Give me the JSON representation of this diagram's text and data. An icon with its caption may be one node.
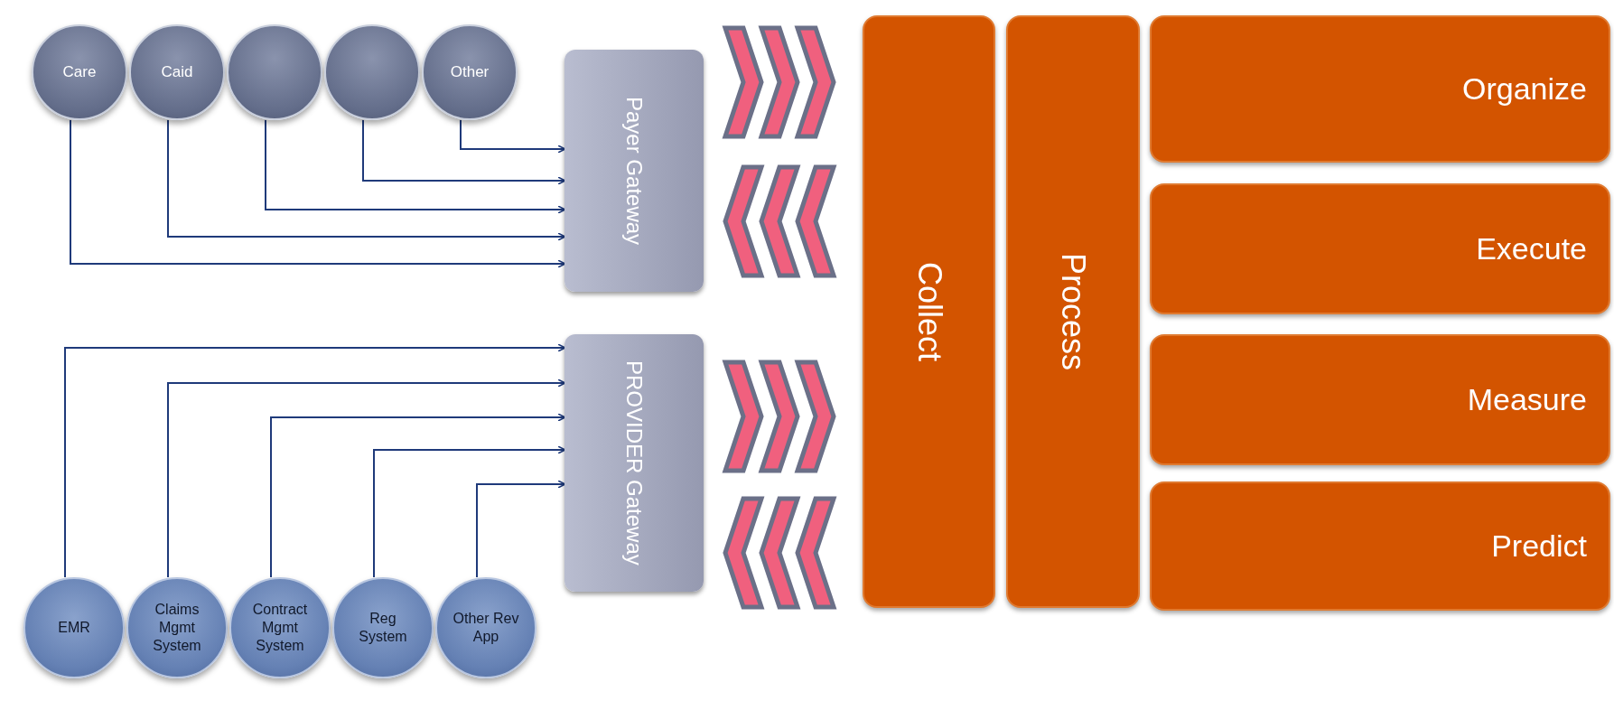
{
  "diagram": {
    "nodes": [
      {
        "text": [
          "Care"
        ]
      },
      {
        "text": [
          "Caid"
        ]
      },
      {
        "text": [],
        "shape": "circle"
      },
      {
        "text": [],
        "shape": "circle"
      },
      {
        "text": [
          "Other"
        ]
      },
      {
        "text": [
          "Payer Gateway"
        ]
      },
      {
        "text": [
          "EMR"
        ]
      },
      {
        "text": [
          "Claims Mgmt System"
        ]
      },
      {
        "text": [
          "Contract Mgmt System"
        ]
      },
      {
        "text": [
          "Reg System"
        ]
      },
      {
        "text": [
          "Other Rev App"
        ]
      },
      {
        "text": [
          "PROVIDER Gateway"
        ]
      },
      {
        "text": [
          "Collect"
        ]
      },
      {
        "text": [
          "Process"
        ]
      },
      {
        "text": [
          "Organize"
        ]
      },
      {
        "text": [
          "Execute"
        ]
      },
      {
        "text": [
          "Measure"
        ]
      },
      {
        "text": [
          "Predict"
        ]
      }
    ],
    "edges": [
      {
        "from": 0,
        "to": 5,
        "arrow": "to"
      },
      {
        "from": 1,
        "to": 5,
        "arrow": "to"
      },
      {
        "from": 2,
        "to": 5,
        "arrow": "to"
      },
      {
        "from": 3,
        "to": 5,
        "arrow": "to"
      },
      {
        "from": 4,
        "to": 5,
        "arrow": "to"
      },
      {
        "from": 6,
        "to": 11,
        "arrow": "to"
      },
      {
        "from": 7,
        "to": 11,
        "arrow": "to"
      },
      {
        "from": 8,
        "to": 11,
        "arrow": "to"
      },
      {
        "from": 9,
        "to": 11,
        "arrow": "to"
      },
      {
        "from": 10,
        "to": 11,
        "arrow": "to"
      },
      {
        "from": 5,
        "to": 12,
        "arrow": "to"
      },
      {
        "from": 12,
        "to": 5,
        "arrow": "to"
      },
      {
        "from": 11,
        "to": 12,
        "arrow": "to"
      },
      {
        "from": 12,
        "to": 11,
        "arrow": "to"
      }
    ]
  }
}
